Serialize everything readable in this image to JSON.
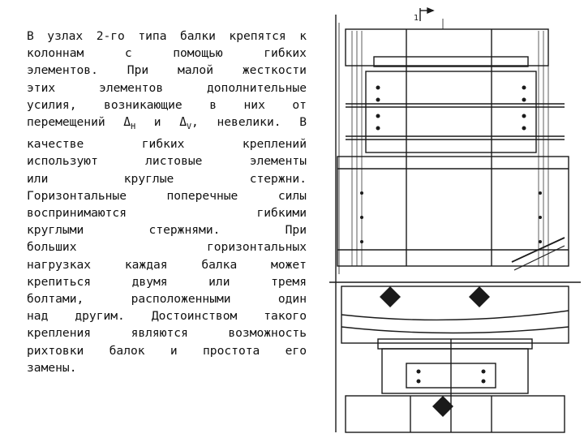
{
  "slide": {
    "paragraph_lines": [
      [
        "В",
        "узлах",
        "2-го",
        "типа",
        "балки",
        "крепятся",
        "к"
      ],
      [
        "колоннам",
        "с",
        "помощью",
        "гибких"
      ],
      [
        "элементов.",
        "При",
        "малой",
        "жесткости"
      ],
      [
        "этих",
        "элементов",
        "дополнительные"
      ],
      [
        "усилия,",
        "возникающие",
        "в",
        "них",
        "от"
      ],
      [
        "перемещений",
        "Δ_H",
        "и",
        "Δ_V,",
        "невелики.",
        "В"
      ],
      [
        "качестве",
        "гибких",
        "креплений"
      ],
      [
        "используют",
        "листовые",
        "элементы"
      ],
      [
        "или",
        "круглые",
        "стержни."
      ],
      [
        "Горизонтальные",
        "поперечные",
        "силы"
      ],
      [
        "воспринимаются",
        "гибкими"
      ],
      [
        "круглыми",
        "стержнями.",
        "При"
      ],
      [
        "больших",
        "горизонтальных"
      ],
      [
        "нагрузках",
        "каждая",
        "балка",
        "может"
      ],
      [
        "крепиться",
        "двумя",
        "или",
        "тремя"
      ],
      [
        "болтами,",
        "расположенными",
        "один"
      ],
      [
        "над",
        "другим.",
        "Достоинством",
        "такого"
      ],
      [
        "крепления",
        "являются",
        "возможность"
      ],
      [
        "рихтовки",
        "балок",
        "и",
        "простота",
        "его"
      ],
      [
        "замены."
      ]
    ],
    "figure_labels": {
      "section_mark": "1"
    }
  },
  "colors": {
    "text": "#111111",
    "drawing": "#1a1a1a",
    "background": "#ffffff"
  }
}
